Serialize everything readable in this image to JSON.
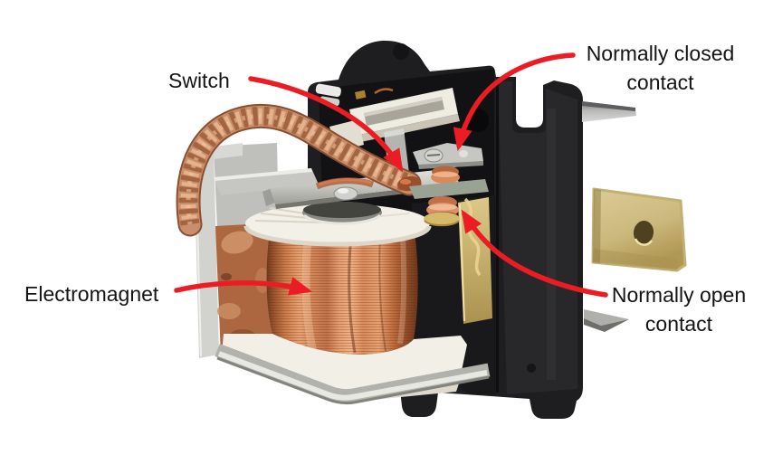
{
  "diagram": {
    "type": "annotated-photo",
    "annotations": [
      {
        "id": "switch",
        "label": "Switch"
      },
      {
        "id": "normally-closed-contact",
        "label": "Normally closed contact"
      },
      {
        "id": "electromagnet",
        "label": "Electromagnet"
      },
      {
        "id": "normally-open-contact",
        "label": "Normally open contact"
      }
    ],
    "colors": {
      "background": "#ffffff",
      "arrow": "#ec1c24",
      "text": "#141414",
      "housing_black": "#1e1e20",
      "coil_copper": "#cd7f4f",
      "strap_copper": "#c98e6c",
      "bracket_copper": "#ad6740",
      "silver_metal": "#c6c6c2",
      "white_plastic": "#f2efe7",
      "brass_terminal": "#cdbc82"
    }
  }
}
